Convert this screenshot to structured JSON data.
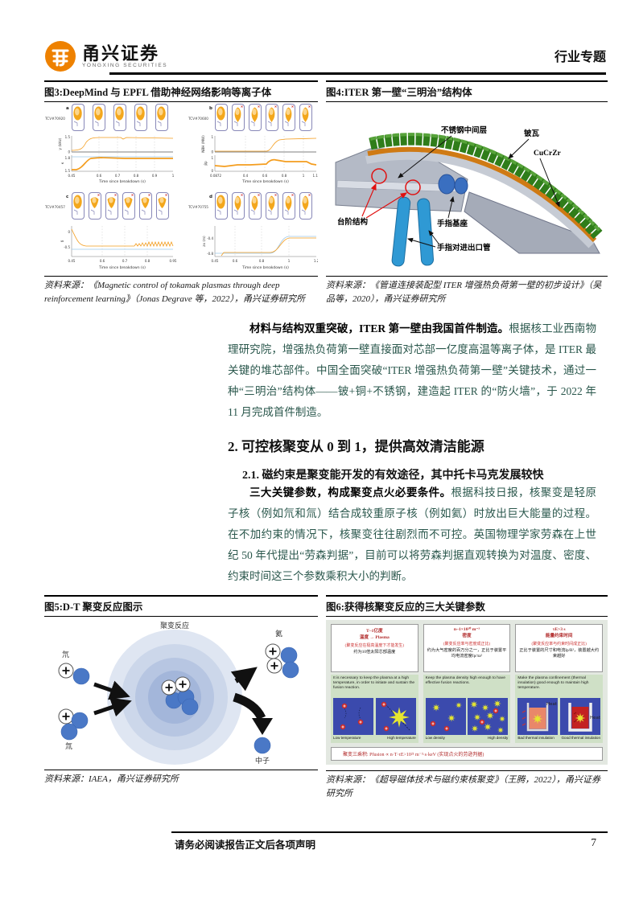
{
  "page": {
    "tag": "行业专题",
    "footer": "请务必阅读报告正文后各项声明",
    "page_number": "7"
  },
  "brand": {
    "name": "甬兴证券",
    "sub": "YONGXING SECURITIES",
    "brand_color": "#ee8100"
  },
  "fig3": {
    "title": "图3:DeepMind 与 EPFL 借助神经网络影响等离子体",
    "source": "资料来源：《Magnetic control of tokamak plasmas through deep reinforcement learning》（Jonas Degrave 等，2022），甬兴证券研究所",
    "xlabel": "Time since breakdown (s)",
    "panels": [
      {
        "letter": "a",
        "shot": "TCV#70920",
        "y1_label": "γ (kHz)",
        "y1_ticks": [
          "1.5",
          "0"
        ],
        "y2_label": "κ",
        "y2_ticks": [
          "1.8",
          "1.5"
        ],
        "xticks": [
          "0.45",
          "0.6",
          "0.7",
          "0.8",
          "0.9",
          "1"
        ]
      },
      {
        "letter": "b",
        "shot": "TCV#70600",
        "y1_label": "NBH (MW)",
        "y1_ticks": [
          "1",
          "0"
        ],
        "y2_label": "βp",
        "y2_ticks": [
          "1",
          "0"
        ],
        "xticks": [
          "0.0872",
          "0.4",
          "0.6",
          "0.8",
          "1",
          "1.15"
        ]
      },
      {
        "letter": "c",
        "shot": "TCV#70457",
        "y1_label": "δ",
        "y1_ticks": [
          "0",
          "-0.5"
        ],
        "xticks": [
          "0.45",
          "0.6",
          "0.7",
          "0.8",
          "0.95"
        ]
      },
      {
        "letter": "d",
        "shot": "TCV#70755",
        "y1_label": "zx (m)",
        "y1_ticks": [
          "-0.4",
          "-0.8"
        ],
        "xticks": [
          "0.45",
          "0.6",
          "0.8",
          "1",
          "1.2"
        ]
      }
    ]
  },
  "fig4": {
    "title": "图4:ITER 第一壁“三明治”结构体",
    "source": "资料来源：《管道连接装配型 ITER 增强热负荷第一壁的初步设计》（吴品等，2020），甬兴证券研究所",
    "labels": {
      "mid_layer": "不锈钢中间层",
      "be_tile": "铍瓦",
      "cucrzr": "CuCrZr",
      "step": "台阶结构",
      "finger_base": "手指基座",
      "finger_pipe": "手指对进出口管"
    }
  },
  "para1": {
    "lead": "材料与结构双重突破，ITER 第一壁由我国首件制造。",
    "rest": "根据核工业西南物理研究院，增强热负荷第一壁直接面对芯部一亿度高温等离子体，是 ITER 最关键的堆芯部件。中国全面突破“ITER 增强热负荷第一壁”关键技术，通过一种“三明治”结构体——铍+铜+不锈钢，建造起 ITER 的“防火墙”，于 2022 年 11 月完成首件制造。"
  },
  "section": {
    "h2": "2. 可控核聚变从 0 到 1，提供高效清洁能源",
    "h3": "2.1. 磁约束是聚变能开发的有效途径，其中托卡马克发展较快"
  },
  "para2": {
    "lead": "三大关键参数，构成聚变点火必要条件。",
    "rest": "根据科技日报，核聚变是轻原子核（例如氘和氚）结合成较重原子核（例如氦）时放出巨大能量的过程。在不加约束的情况下，核聚变往往剧烈而不可控。英国物理学家劳森在上世纪 50 年代提出“劳森判据”，目前可以将劳森判据直观转换为对温度、密度、约束时间这三个参数乘积大小的判断。"
  },
  "fig5": {
    "title": "图5:D-T 聚变反应图示",
    "source": "资料来源：IAEA，甬兴证券研究所",
    "labels": {
      "reaction": "聚变反应",
      "deuterium": "氘",
      "tritium": "氚",
      "helium": "氦",
      "neutron": "中子"
    }
  },
  "fig6": {
    "title": "图6:获得核聚变反应的三大关键参数",
    "source": "资料来源：《超导磁体技术与磁约束核聚变》（王腾，2022），甬兴证券研究所",
    "heat": "Heat",
    "formula": "聚变三乘积: Pfusion ∝ n·T·τE>10²¹ m⁻³·s·keV (实现点火的劳逊判据)",
    "columns": [
      {
        "param": "T~1亿度",
        "name": "温度 → Plasma",
        "note": "(聚变反应在极高温度下才能发生)",
        "desc": "约为10倍太阳芯部温度",
        "english": "It is necessary to keep the plasma at a high temperature, in order to initiate and sustain the fusion reaction.",
        "low": "Low temperature",
        "high": "High temperature"
      },
      {
        "param": "n~1×10²⁰ m⁻³",
        "name": "密度",
        "note": "(聚变反应率与密度成正比)",
        "desc": "约为大气密度的百万分之一，正比于装置平均电流密度Ip/πa²",
        "english": "Keep the plasma density high enough to have effective fusion reactions.",
        "low": "Low density",
        "high": "High density"
      },
      {
        "param": "τE>3 s",
        "name": "能量约束时间",
        "note": "(聚变反应率与约束时间成正比)",
        "desc": "正比于装置的尺寸和电流Ip/R²，装置越大约束越好",
        "english": "Make the plasma confinement (thermal insulation) good enough to maintain high temperature.",
        "low": "Bad thermal insulation",
        "high": "Good thermal insulation"
      }
    ]
  }
}
